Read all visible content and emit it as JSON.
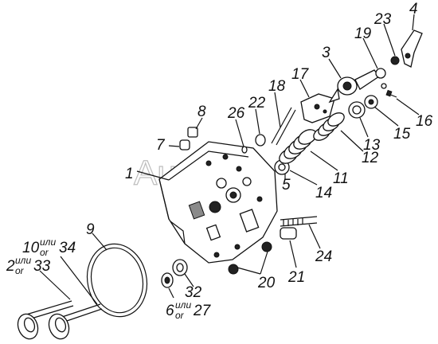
{
  "watermark": "AutoSoft",
  "callouts": {
    "c1": "1",
    "c2": "2",
    "c2alt": "33",
    "c3": "3",
    "c4": "4",
    "c5": "5",
    "c6": "6",
    "c6alt": "27",
    "c7": "7",
    "c8": "8",
    "c9": "9",
    "c10": "10",
    "c10alt": "34",
    "c11": "11",
    "c12": "12",
    "c13": "13",
    "c14": "14",
    "c15": "15",
    "c16": "16",
    "c17": "17",
    "c18": "18",
    "c19": "19",
    "c20": "20",
    "c21": "21",
    "c22": "22",
    "c23": "23",
    "c24": "24",
    "c26": "26",
    "c32": "32"
  },
  "connector": {
    "ili": "или",
    "or": "or"
  }
}
